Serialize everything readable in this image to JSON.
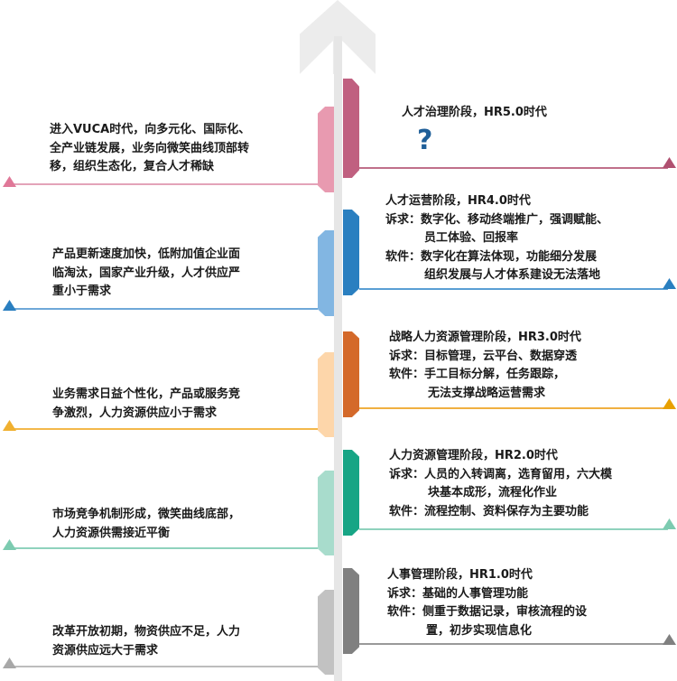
{
  "colors": {
    "pink": "#c06080",
    "pink_light": "#e89ab0",
    "blue": "#2a7fc0",
    "blue_light": "#82b6e2",
    "orange": "#d4692a",
    "orange_light": "#fdd6aa",
    "amber": "#e8a000",
    "green": "#17a585",
    "green_light": "#a8dccc",
    "gray": "#808080",
    "gray_light": "#c2c2c2",
    "question": "#1f5f99"
  },
  "stages": [
    {
      "title": "人才治理阶段，HR5.0时代",
      "mark": "?",
      "context": [
        "进入VUCA时代，向多元化、国际化、",
        "全产业链发展，业务向微笑曲线顶部转",
        "移，组织生态化，复合人才稀缺"
      ]
    },
    {
      "title": "人才运营阶段，HR4.0时代",
      "demand": [
        "诉求：数字化、移动终端推广，强调赋能、",
        "员工体验、回报率"
      ],
      "software": [
        "软件：数字化在算法体现，功能细分发展",
        "组织发展与人才体系建设无法落地"
      ],
      "context": [
        "产品更新速度加快，低附加值企业面",
        "临淘汰，国家产业升级，人才供应严",
        "重小于需求"
      ]
    },
    {
      "title": "战略人力资源管理阶段，HR3.0时代",
      "demand": [
        "诉求：目标管理，云平台、数据穿透"
      ],
      "software": [
        "软件：手工目标分解，任务跟踪，",
        "无法支撑战略运营需求"
      ],
      "context": [
        "业务需求日益个性化，产品或服务竞",
        "争激烈，人力资源供应小于需求"
      ]
    },
    {
      "title": "人力资源管理阶段，HR2.0时代",
      "demand": [
        "诉求：人员的入转调离，选育留用，六大模",
        "块基本成形，流程化作业"
      ],
      "software": [
        "软件：流程控制、资料保存为主要功能"
      ],
      "context": [
        "市场竞争机制形成，微笑曲线底部，",
        "人力资源供需接近平衡"
      ]
    },
    {
      "title": "人事管理阶段，HR1.0时代",
      "demand": [
        "诉求：基础的人事管理功能"
      ],
      "software": [
        "软件：侧重于数据记录，审核流程的设",
        "置，初步实现信息化"
      ],
      "context": [
        "改革开放初期，物资供应不足，人力",
        "资源供应远大于需求"
      ]
    }
  ]
}
